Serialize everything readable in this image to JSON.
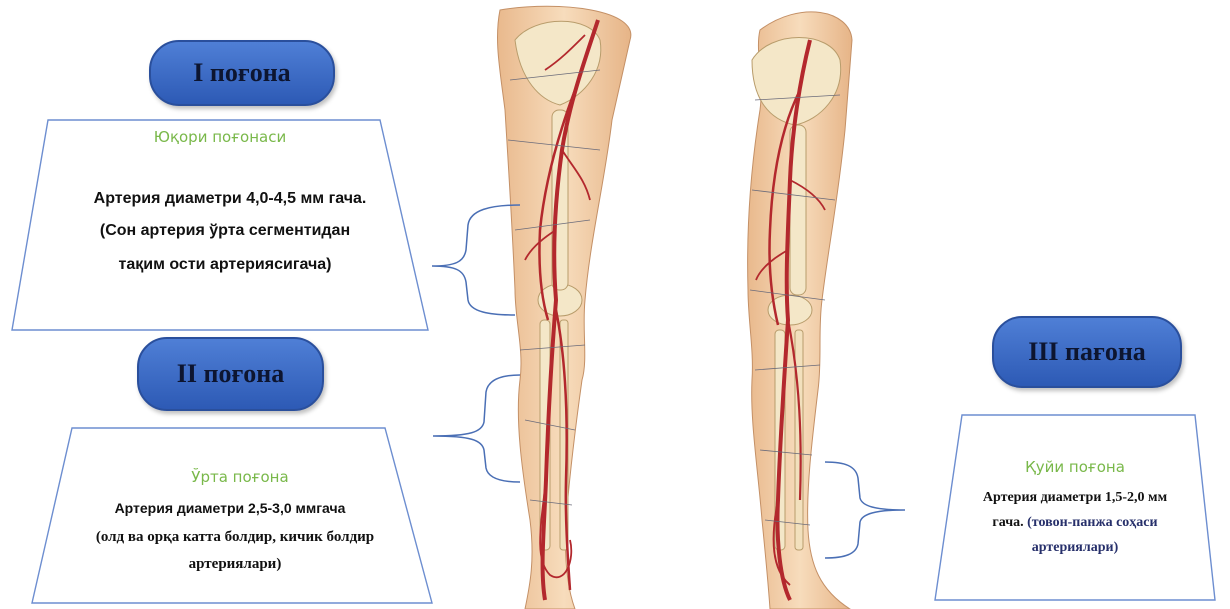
{
  "tier1": {
    "badge": "I поғона",
    "title": "Юқори поғонаси",
    "line1": "Артерия диаметри  4,0-4,5 мм гача.",
    "line2": "(Сон артерия ўрта сегментидан",
    "line3": "тақим ости артериясигача)"
  },
  "tier2": {
    "badge": "II поғона",
    "title": "Ўрта поғона",
    "line1": "Артерия диаметри 2,5-3,0 ммгача",
    "line2": "(олд ва орқа катта болдир, кичик болдир",
    "line3": "артериялари)"
  },
  "tier3": {
    "badge": "III пағона",
    "title": "Қуйи поғона",
    "line1": "Артерия диаметри  1,5-2,0 мм",
    "line2a": "гача. ",
    "line2b": "(товон-панжа соҳаси",
    "line3": "артериялари)"
  },
  "colors": {
    "badge_blue": "#3a67c4",
    "title_green": "#79b84a",
    "artery_red": "#b3282d",
    "skin": "#f2d2ad",
    "bone": "#f4e7c8",
    "bracket": "#4a6fb5",
    "navy_text": "#27306b"
  }
}
